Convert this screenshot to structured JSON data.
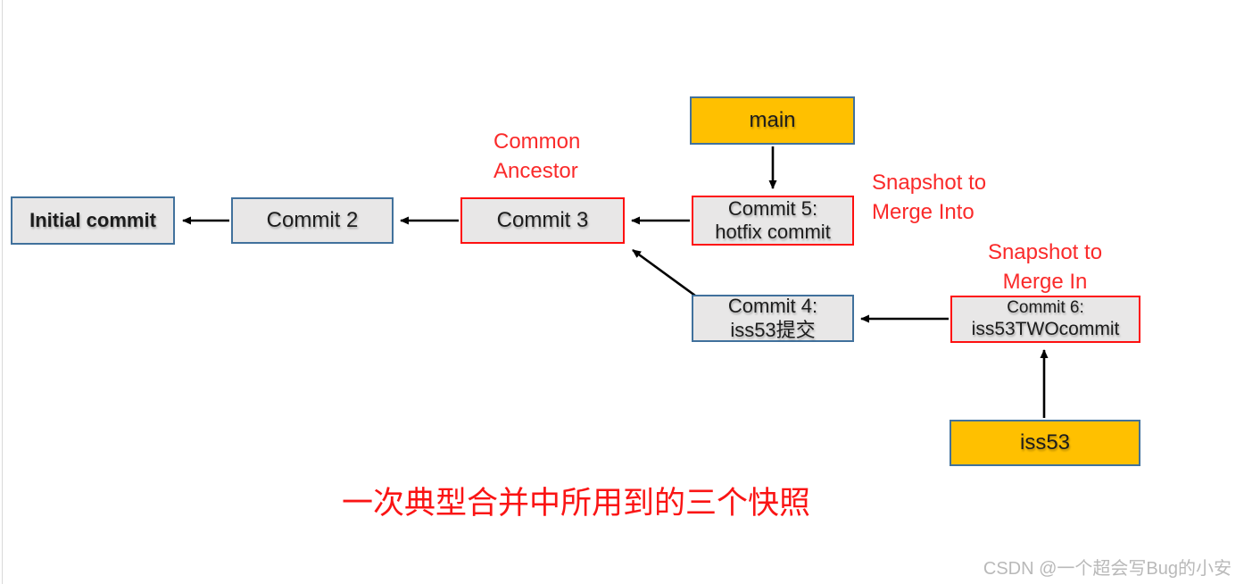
{
  "diagram": {
    "nodes": {
      "initial": {
        "line1": "Initial commit"
      },
      "commit2": {
        "line1": "Commit 2"
      },
      "commit3": {
        "line1": "Commit 3"
      },
      "main": {
        "line1": "main"
      },
      "commit5": {
        "line1": "Commit 5:",
        "line2": "hotfix commit"
      },
      "commit4": {
        "line1": "Commit 4:",
        "line2": "iss53提交"
      },
      "commit6": {
        "line1": "Commit 6:",
        "line2": "iss53TWOcommit"
      },
      "iss53": {
        "line1": "iss53"
      }
    },
    "edges": [
      {
        "from": "commit2",
        "to": "initial"
      },
      {
        "from": "commit3",
        "to": "commit2"
      },
      {
        "from": "commit5",
        "to": "commit3"
      },
      {
        "from": "main",
        "to": "commit5"
      },
      {
        "from": "commit4",
        "to": "commit3"
      },
      {
        "from": "commit6",
        "to": "commit4"
      },
      {
        "from": "iss53",
        "to": "commit6"
      }
    ],
    "annotations": {
      "common_ancestor": {
        "line1": "Common",
        "line2": "Ancestor"
      },
      "merge_into": {
        "line1": "Snapshot to",
        "line2": "Merge Into"
      },
      "merge_in": {
        "line1": "Snapshot to",
        "line2": "Merge In"
      }
    },
    "caption": "一次典型合并中所用到的三个快照",
    "watermark": "CSDN @一个超会写Bug的小安",
    "colors": {
      "branch_fill": "#ffc000",
      "commit_fill": "#e8e7e7",
      "highlight_border": "#fe1010",
      "normal_border": "#41719c",
      "annotation_text": "#fa2a2a",
      "arrow": "#000000",
      "watermark_text": "#b9b9b9"
    }
  }
}
